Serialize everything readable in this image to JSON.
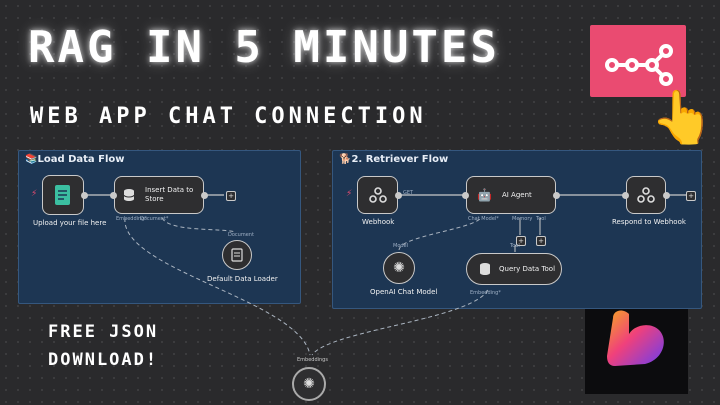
{
  "headline": "RAG IN 5 MINUTES",
  "subline": "WEB APP CHAT CONNECTION",
  "promo": {
    "line1": "FREE JSON",
    "line2": "DOWNLOAD!"
  },
  "colors": {
    "n8n": "#ea4b71",
    "panel": "#1d3653",
    "panel_border": "#35577e",
    "node": "#2e2e30",
    "accent_green": "#3bbfa1"
  },
  "icons": {
    "n8n_logo": "n8n-icon",
    "hand": "pointing-hand-icon",
    "flowise_logo": "heart-logo-icon"
  },
  "load_flow": {
    "title": "Load Data Flow",
    "nodes": {
      "upload": {
        "label": "Upload your file here"
      },
      "insert": {
        "label_line1": "Insert Data to",
        "label_line2": "Store",
        "port_embedding": "Embedding*",
        "port_document": "Document*"
      },
      "loader": {
        "label": "Default Data Loader",
        "port_top": "Document"
      }
    }
  },
  "retriever_flow": {
    "title": "2. Retriever Flow",
    "nodes": {
      "webhook": {
        "label": "Webhook",
        "edge_label": "GET"
      },
      "agent": {
        "label": "AI Agent",
        "port_chat": "Chat Model*",
        "port_memory": "Memory",
        "port_tool": "Tool"
      },
      "respond": {
        "label": "Respond to Webhook"
      },
      "openai": {
        "label": "OpenAI Chat Model",
        "port_top": "Model"
      },
      "tool": {
        "label": "Query Data Tool",
        "port_top": "Tool",
        "port_embedding": "Embedding*"
      }
    }
  },
  "embeddings": {
    "port_top": "Embeddings"
  }
}
